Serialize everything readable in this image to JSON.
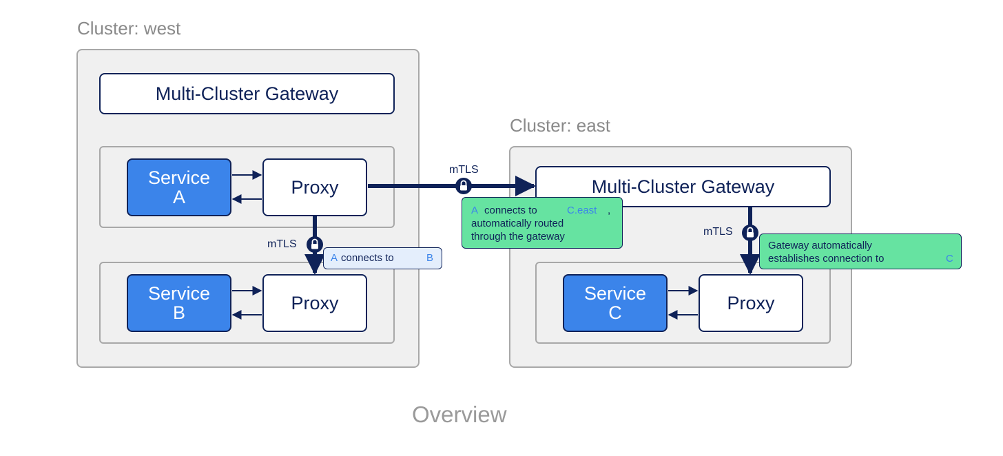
{
  "west": {
    "title": "Cluster: west",
    "gateway": "Multi-Cluster Gateway",
    "service_a": {
      "line1": "Service",
      "line2": "A"
    },
    "service_b": {
      "line1": "Service",
      "line2": "B"
    },
    "proxy_a": "Proxy",
    "proxy_b": "Proxy"
  },
  "east": {
    "title": "Cluster: east",
    "gateway": "Multi-Cluster Gateway",
    "service_c": {
      "line1": "Service",
      "line2": "C"
    },
    "proxy_c": "Proxy"
  },
  "links": {
    "west_internal": {
      "label": "mTLS",
      "note": {
        "hl1": "A",
        "text": "connects to",
        "hl2": "B"
      }
    },
    "cross_cluster": {
      "label": "mTLS",
      "note": {
        "hl1": "A",
        "text1": "connects to",
        "hl2": "C.east",
        "text2": ",",
        "line2": "automatically routed",
        "line3": "through the gateway"
      }
    },
    "east_internal": {
      "label": "mTLS",
      "note": {
        "line1": "Gateway automatically",
        "line2": "establishes connection to",
        "hl": "C"
      }
    }
  },
  "caption": "Overview",
  "colors": {
    "navy": "#0f2258",
    "service_blue": "#3b84ea",
    "note_green": "#66e3a1",
    "note_blue": "#e4eefc",
    "cluster_bg": "#f0f0f0"
  },
  "icons": [
    "lock-icon"
  ]
}
